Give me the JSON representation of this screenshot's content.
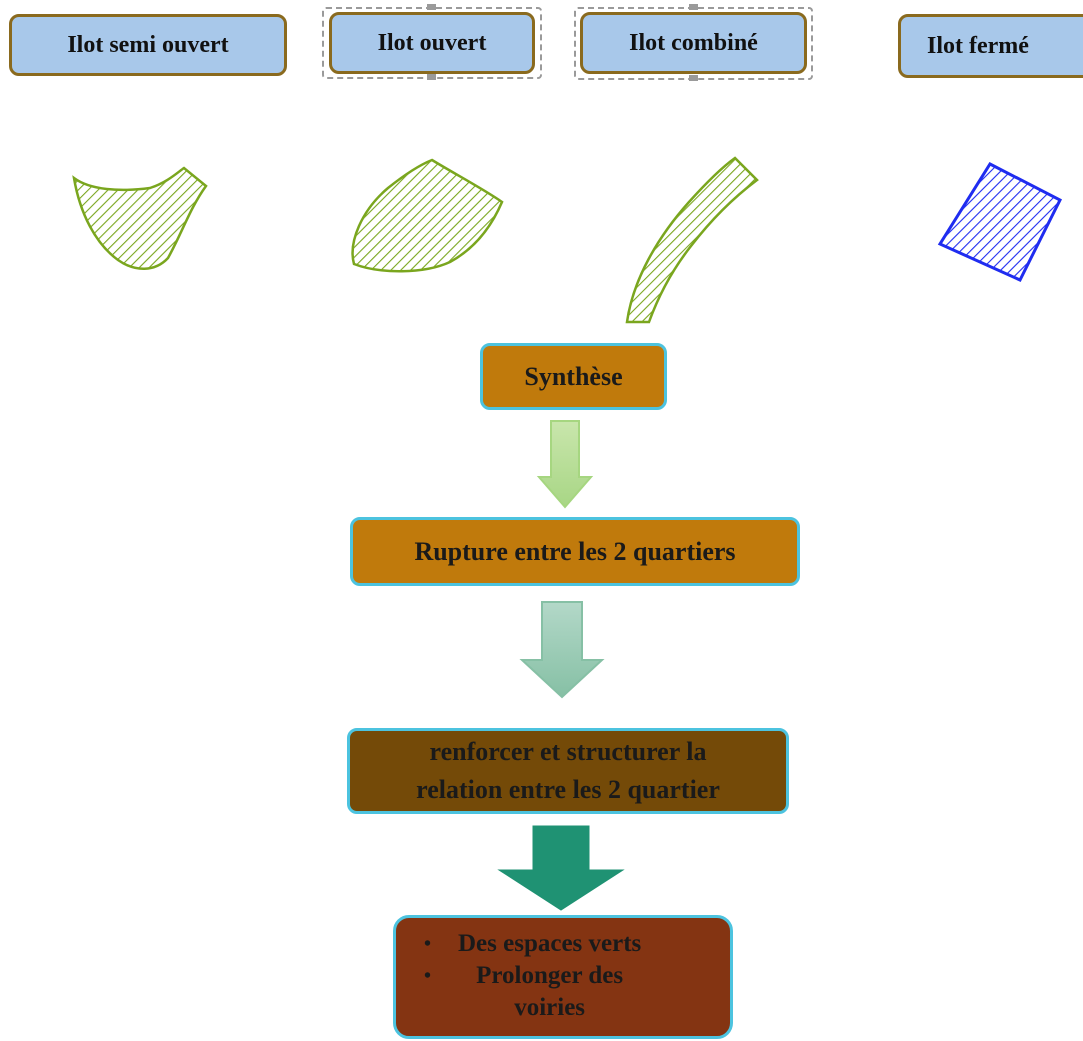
{
  "top_labels": {
    "semi_ouvert": "Ilot semi ouvert",
    "ouvert": "Ilot ouvert",
    "combine": "Ilot combiné",
    "ferme": "Ilot fermé"
  },
  "colors": {
    "label_fill": "#a8c8ea",
    "label_border": "#8a6a1e",
    "hatch_green": "#7aa61e",
    "hatch_blue": "#1f2cf0",
    "box_border": "#4cc3df",
    "synthese_fill": "#c07a0c",
    "rupture_fill": "#c07a0c",
    "renforcer_fill": "#744a08",
    "actions_fill": "#843412",
    "arrow1": "#b6dc96",
    "arrow2": "#96c9b2",
    "arrow3": "#1f9273"
  },
  "flow": {
    "synthese": "Synthèse",
    "rupture": "Rupture entre les 2 quartiers",
    "renforcer_line1": "renforcer et structurer la",
    "renforcer_line2": "relation entre les 2 quartier",
    "actions": {
      "bullet": "•",
      "item1": "Des espaces verts",
      "item2_line1": "Prolonger des",
      "item2_line2": "voiries"
    }
  }
}
